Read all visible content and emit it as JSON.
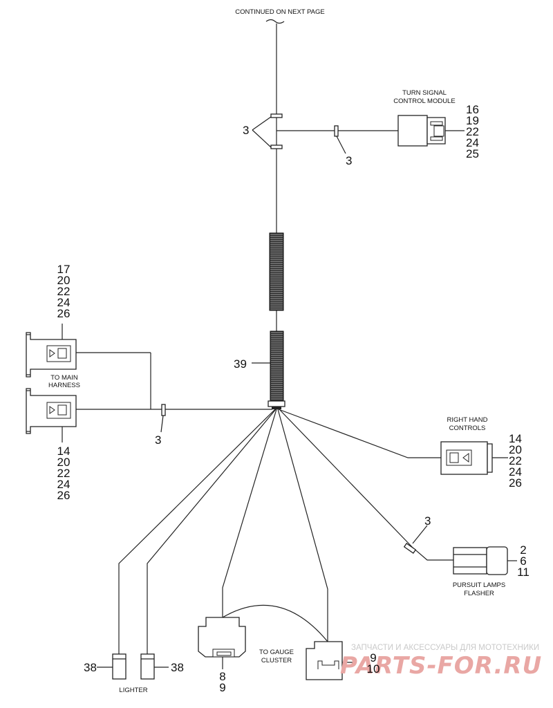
{
  "captions": {
    "continued": "CONTINUED ON NEXT PAGE",
    "turn_signal_line1": "TURN SIGNAL",
    "turn_signal_line2": "CONTROL MODULE",
    "to_main_line1": "TO MAIN",
    "to_main_line2": "HARNESS",
    "right_hand_line1": "RIGHT HAND",
    "right_hand_line2": "CONTROLS",
    "pursuit_line1": "PURSUIT LAMPS",
    "pursuit_line2": "FLASHER",
    "gauge_line1": "TO GAUGE",
    "gauge_line2": "CLUSTER",
    "lighter": "LIGHTER"
  },
  "callouts": {
    "top_split_tie": "3",
    "turn_signal_tie": "3",
    "turn_signal_refs": [
      "16",
      "19",
      "22",
      "24",
      "25"
    ],
    "main_upper_refs": [
      "17",
      "20",
      "22",
      "24",
      "26"
    ],
    "main_lower_refs": [
      "14",
      "20",
      "22",
      "24",
      "26"
    ],
    "main_tie": "3",
    "conduit": "39",
    "right_hand_refs": [
      "14",
      "20",
      "22",
      "24",
      "26"
    ],
    "pursuit_tie": "3",
    "pursuit_refs": [
      "2",
      "6",
      "11"
    ],
    "gauge_left_refs": [
      "8",
      "9"
    ],
    "gauge_right_refs": [
      "9",
      "10"
    ],
    "lighter_left": "38",
    "lighter_right": "38"
  },
  "watermark": {
    "line1": "ЗАПЧАСТИ И АКСЕССУАРЫ ДЛЯ МОТОТЕХНИКИ",
    "line2": "PARTS-FOR.RU"
  }
}
